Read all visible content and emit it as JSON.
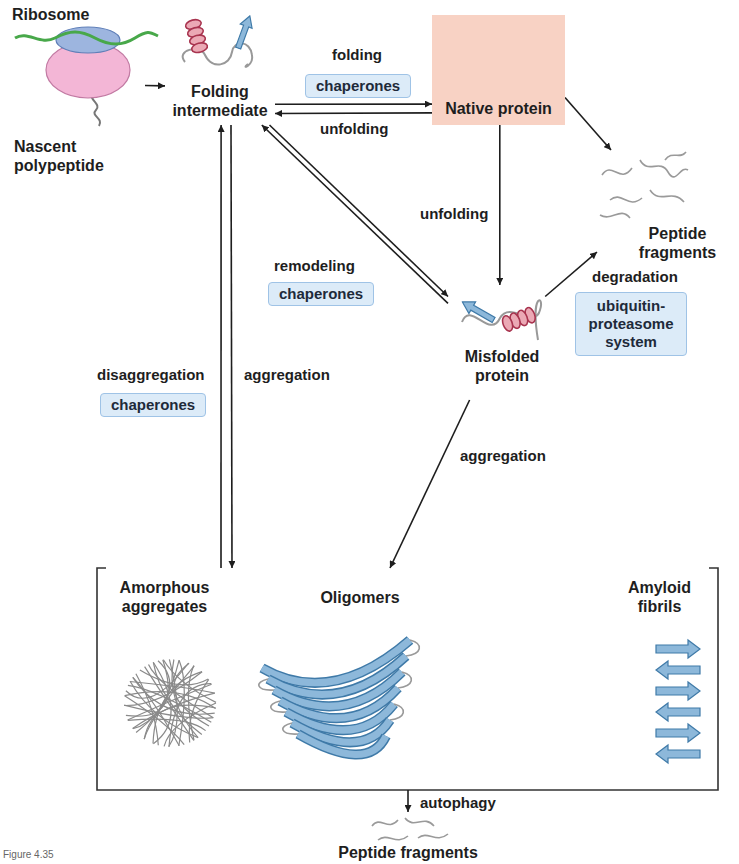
{
  "diagram": {
    "nodes": [
      {
        "text": [
          "Ribosome",
          "Nascent polypeptide"
        ]
      },
      {
        "text": [
          "Folding intermediate"
        ]
      },
      {
        "text": [
          "chaperones"
        ]
      },
      {
        "text": [
          "Native protein"
        ]
      },
      {
        "text": [
          "Peptide fragments"
        ]
      },
      {
        "text": [
          "chaperones"
        ]
      },
      {
        "text": [
          "Misfolded protein"
        ]
      },
      {
        "text": [
          "ubiquitin-proteasome system"
        ]
      },
      {
        "text": [
          "chaperones"
        ]
      },
      {
        "text": [
          "Amorphous aggregates",
          "Oligomers",
          "Amyloid fibrils"
        ]
      },
      {
        "text": [
          "Peptide fragments"
        ]
      }
    ],
    "edges": [
      {
        "from": 0,
        "to": 1,
        "arrow": "to"
      },
      {
        "from": 1,
        "to": 3,
        "label": "folding",
        "arrow": "to"
      },
      {
        "from": 3,
        "to": 1,
        "label": "unfolding",
        "arrow": "to"
      },
      {
        "from": 3,
        "to": 4,
        "arrow": "to"
      },
      {
        "from": 3,
        "to": 6,
        "label": "unfolding",
        "arrow": "to"
      },
      {
        "from": 1,
        "to": 6,
        "arrow": "to"
      },
      {
        "from": 6,
        "to": 1,
        "label": "remodeling",
        "arrow": "to"
      },
      {
        "from": 6,
        "to": 4,
        "label": "degradation",
        "arrow": "to"
      },
      {
        "from": 1,
        "to": 9,
        "label": "aggregation",
        "arrow": "to"
      },
      {
        "from": 9,
        "to": 1,
        "label": "disaggregation",
        "arrow": "to"
      },
      {
        "from": 6,
        "to": 9,
        "label": "aggregation",
        "arrow": "to"
      },
      {
        "from": 9,
        "to": 10,
        "label": "autophagy",
        "arrow": "to"
      }
    ],
    "labels": [
      "Figure 4.35"
    ]
  }
}
